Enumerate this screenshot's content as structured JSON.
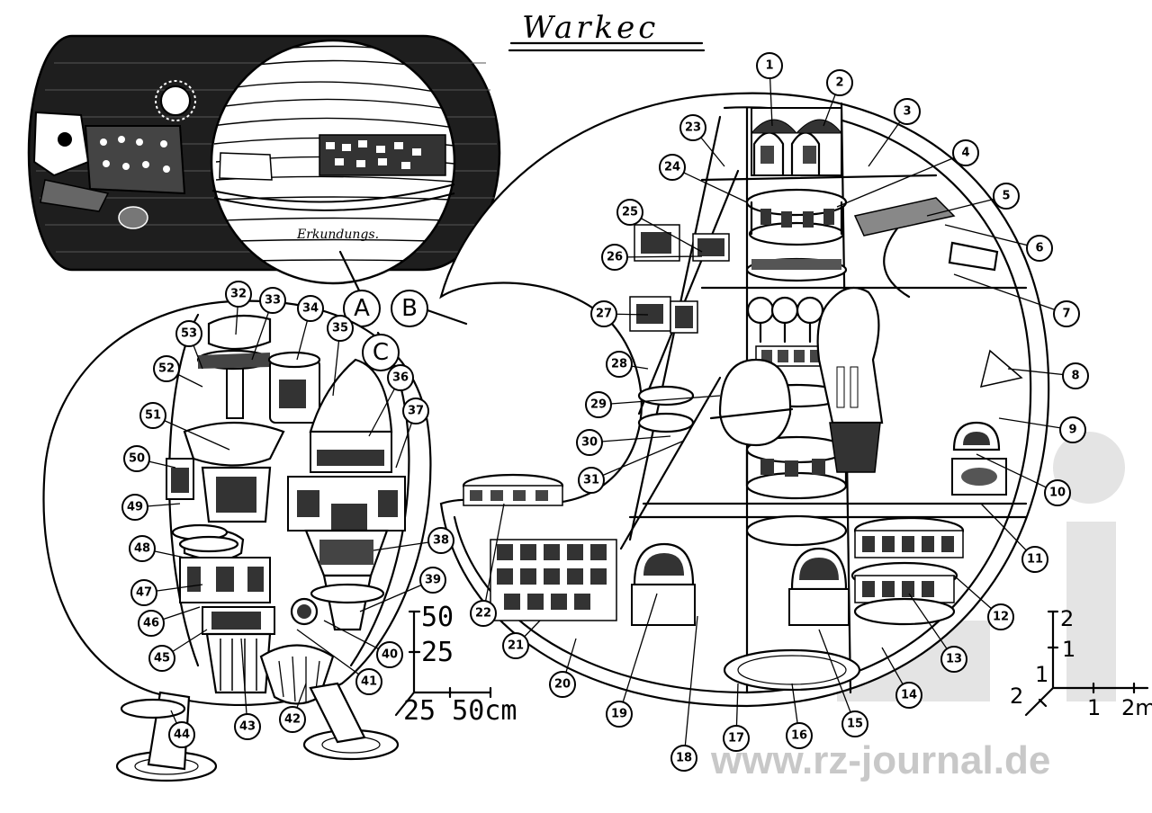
{
  "title": "Warkec",
  "big_labels": [
    "A",
    "B",
    "C"
  ],
  "inset_caption": "Erkundungs.",
  "callouts": [
    "1",
    "2",
    "3",
    "4",
    "5",
    "6",
    "7",
    "8",
    "9",
    "10",
    "11",
    "12",
    "13",
    "14",
    "15",
    "16",
    "17",
    "18",
    "19",
    "20",
    "21",
    "22",
    "23",
    "24",
    "25",
    "26",
    "27",
    "28",
    "29",
    "30",
    "31",
    "32",
    "33",
    "34",
    "35",
    "36",
    "37",
    "38",
    "39",
    "40",
    "41",
    "42",
    "43",
    "44",
    "45",
    "46",
    "47",
    "48",
    "49",
    "50",
    "51",
    "52",
    "53"
  ],
  "scale": {
    "y_top": "50",
    "y_mid": "25",
    "x_labels": "25 50cm"
  },
  "axes": {
    "z2": "2",
    "z1": "1",
    "y1": "1",
    "y2": "2",
    "x1": "1",
    "x2": "2m"
  },
  "watermark": "www.rz-journal.de",
  "colors": {
    "ink": "#000000",
    "paper": "#ffffff",
    "watermark": "#c8c8c8"
  }
}
